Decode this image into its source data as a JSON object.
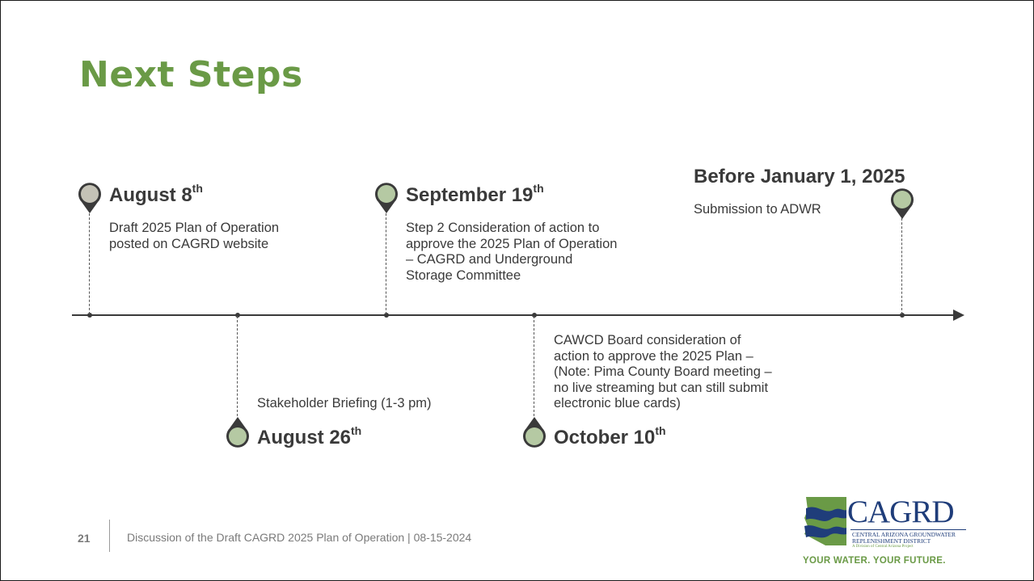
{
  "slide": {
    "title": "Next Steps",
    "page_number": "21",
    "footer_text": "Discussion of the Draft CAGRD 2025 Plan of Operation | 08-15-2024"
  },
  "timeline": [
    {
      "date": "August 8",
      "suffix": "th",
      "description": "Draft 2025 Plan of Operation\nposted on CAGRD website",
      "pin_color": "#c4c2b6"
    },
    {
      "date": "August 26",
      "suffix": "th",
      "description": "Stakeholder Briefing (1-3 pm)",
      "pin_color": "#b5c9a3"
    },
    {
      "date": "September 19",
      "suffix": "th",
      "description": "Step 2 Consideration of action to\napprove the 2025 Plan of Operation\n– CAGRD and Underground\nStorage Committee",
      "pin_color": "#b5c9a3"
    },
    {
      "date": "October 10",
      "suffix": "th",
      "description": "CAWCD Board consideration of\naction to approve the 2025 Plan  –\n(Note: Pima County Board meeting –\nno live streaming but can still submit\nelectronic blue cards)",
      "pin_color": "#b5c9a3"
    },
    {
      "date": "Before January 1, 2025",
      "suffix": "",
      "description": "Submission to ADWR",
      "pin_color": "#b5c9a3"
    }
  ],
  "logo": {
    "name": "CAGRD",
    "line1": "CENTRAL ARIZONA GROUNDWATER",
    "line2": "REPLENISHMENT DISTRICT",
    "line3": "A Division of Central Arizona Project",
    "tagline": "YOUR WATER. YOUR FUTURE.",
    "colors": {
      "navy": "#1f3d7a",
      "green": "#6a9a46"
    }
  },
  "colors": {
    "title": "#6a9a46",
    "text": "#3a3a3a",
    "pin_outline": "#3a3a3a"
  }
}
